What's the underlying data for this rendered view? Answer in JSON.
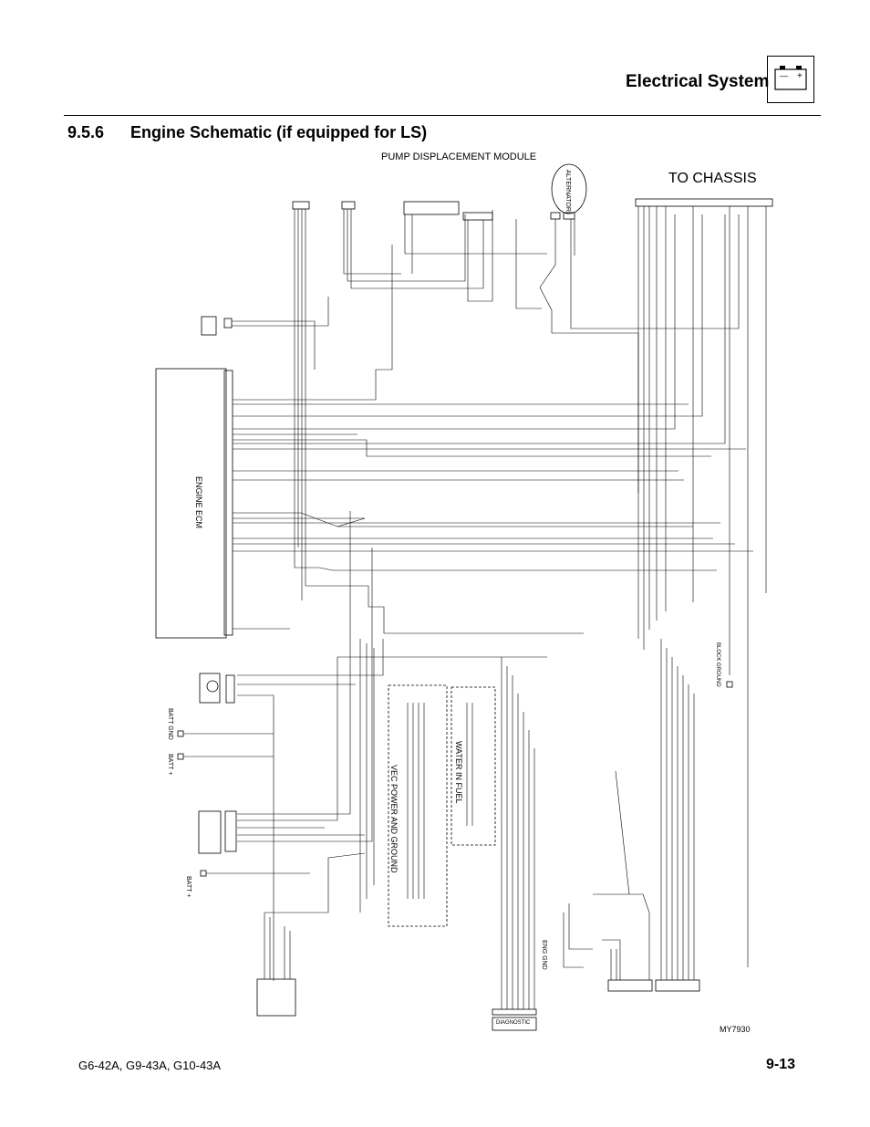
{
  "header": {
    "section_title": "Electrical System",
    "battery_icon": "battery-icon",
    "battery_minus": "—",
    "battery_plus": "+"
  },
  "heading": {
    "number": "9.5.6",
    "title": "Engine Schematic (if equipped for LS)"
  },
  "diagram": {
    "pump_module_label": "PUMP DISPLACEMENT MODULE",
    "to_chassis_label": "TO CHASSIS",
    "alternator_label": "ALTERNATOR",
    "engine_ecm_label": "ENGINE ECM",
    "batt_gnd_label": "BATT GND",
    "batt_plus_label": "BATT +",
    "batt_plus_label_2": "BATT +",
    "vec_power_label": "VEC POWER AND GROUND",
    "water_in_fuel_label": "WATER IN FUEL",
    "block_ground_label": "BLOCK GROUND",
    "eng_gnd_label": "ENG GND",
    "diagnostic_label": "DIAGNOSTIC",
    "drawing_code": "MY7930"
  },
  "footer": {
    "models": "G6-42A, G9-43A, G10-43A",
    "page_number": "9-13"
  }
}
